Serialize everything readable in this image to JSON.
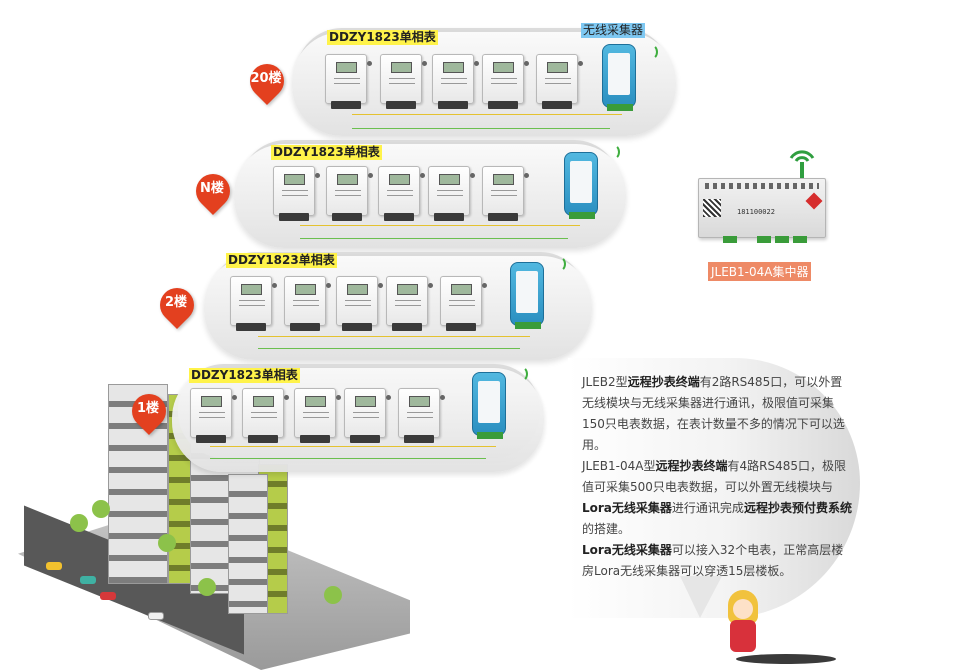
{
  "floors": [
    {
      "pin": "20楼",
      "meter_label": "DDZY1823单相表",
      "collector_label": "无线采集器"
    },
    {
      "pin": "N楼",
      "meter_label": "DDZY1823单相表"
    },
    {
      "pin": "2楼",
      "meter_label": "DDZY1823单相表"
    },
    {
      "pin": "1楼",
      "meter_label": "DDZY1823单相表"
    }
  ],
  "concentrator": {
    "label": "JLEB1-04A集中器",
    "serial": "181100022"
  },
  "description": {
    "p1_a": "JLEB2型",
    "p1_b": "远程抄表终端",
    "p1_c": "有2路RS485口，可以外置无线模块与无线采集器进行通讯，极限值可采集150只电表数据，在表计数量不多的情况下可以选用。",
    "p2_a": "JLEB1-04A型",
    "p2_b": "远程抄表终端",
    "p2_c": "有4路RS485口，极限值可采集500只电表数据，可以外置无线模块与",
    "p2_d": "Lora无线采集器",
    "p2_e": "进行通讯完成",
    "p2_f": "远程抄表预付费系统",
    "p2_g": "的搭建。",
    "p3_a": "Lora无线采集器",
    "p3_b": "可以接入32个电表，正常高层楼房Lora无线采集器可以穿透15层楼板。"
  },
  "colors": {
    "pin": "#e3401f",
    "meter_label_bg": "#fff34a",
    "collector_label_bg": "#7ec8f2",
    "concentrator_label_bg": "#ee8a66",
    "collector_body": "#2a8fc0",
    "wave": "#3fae3f"
  }
}
